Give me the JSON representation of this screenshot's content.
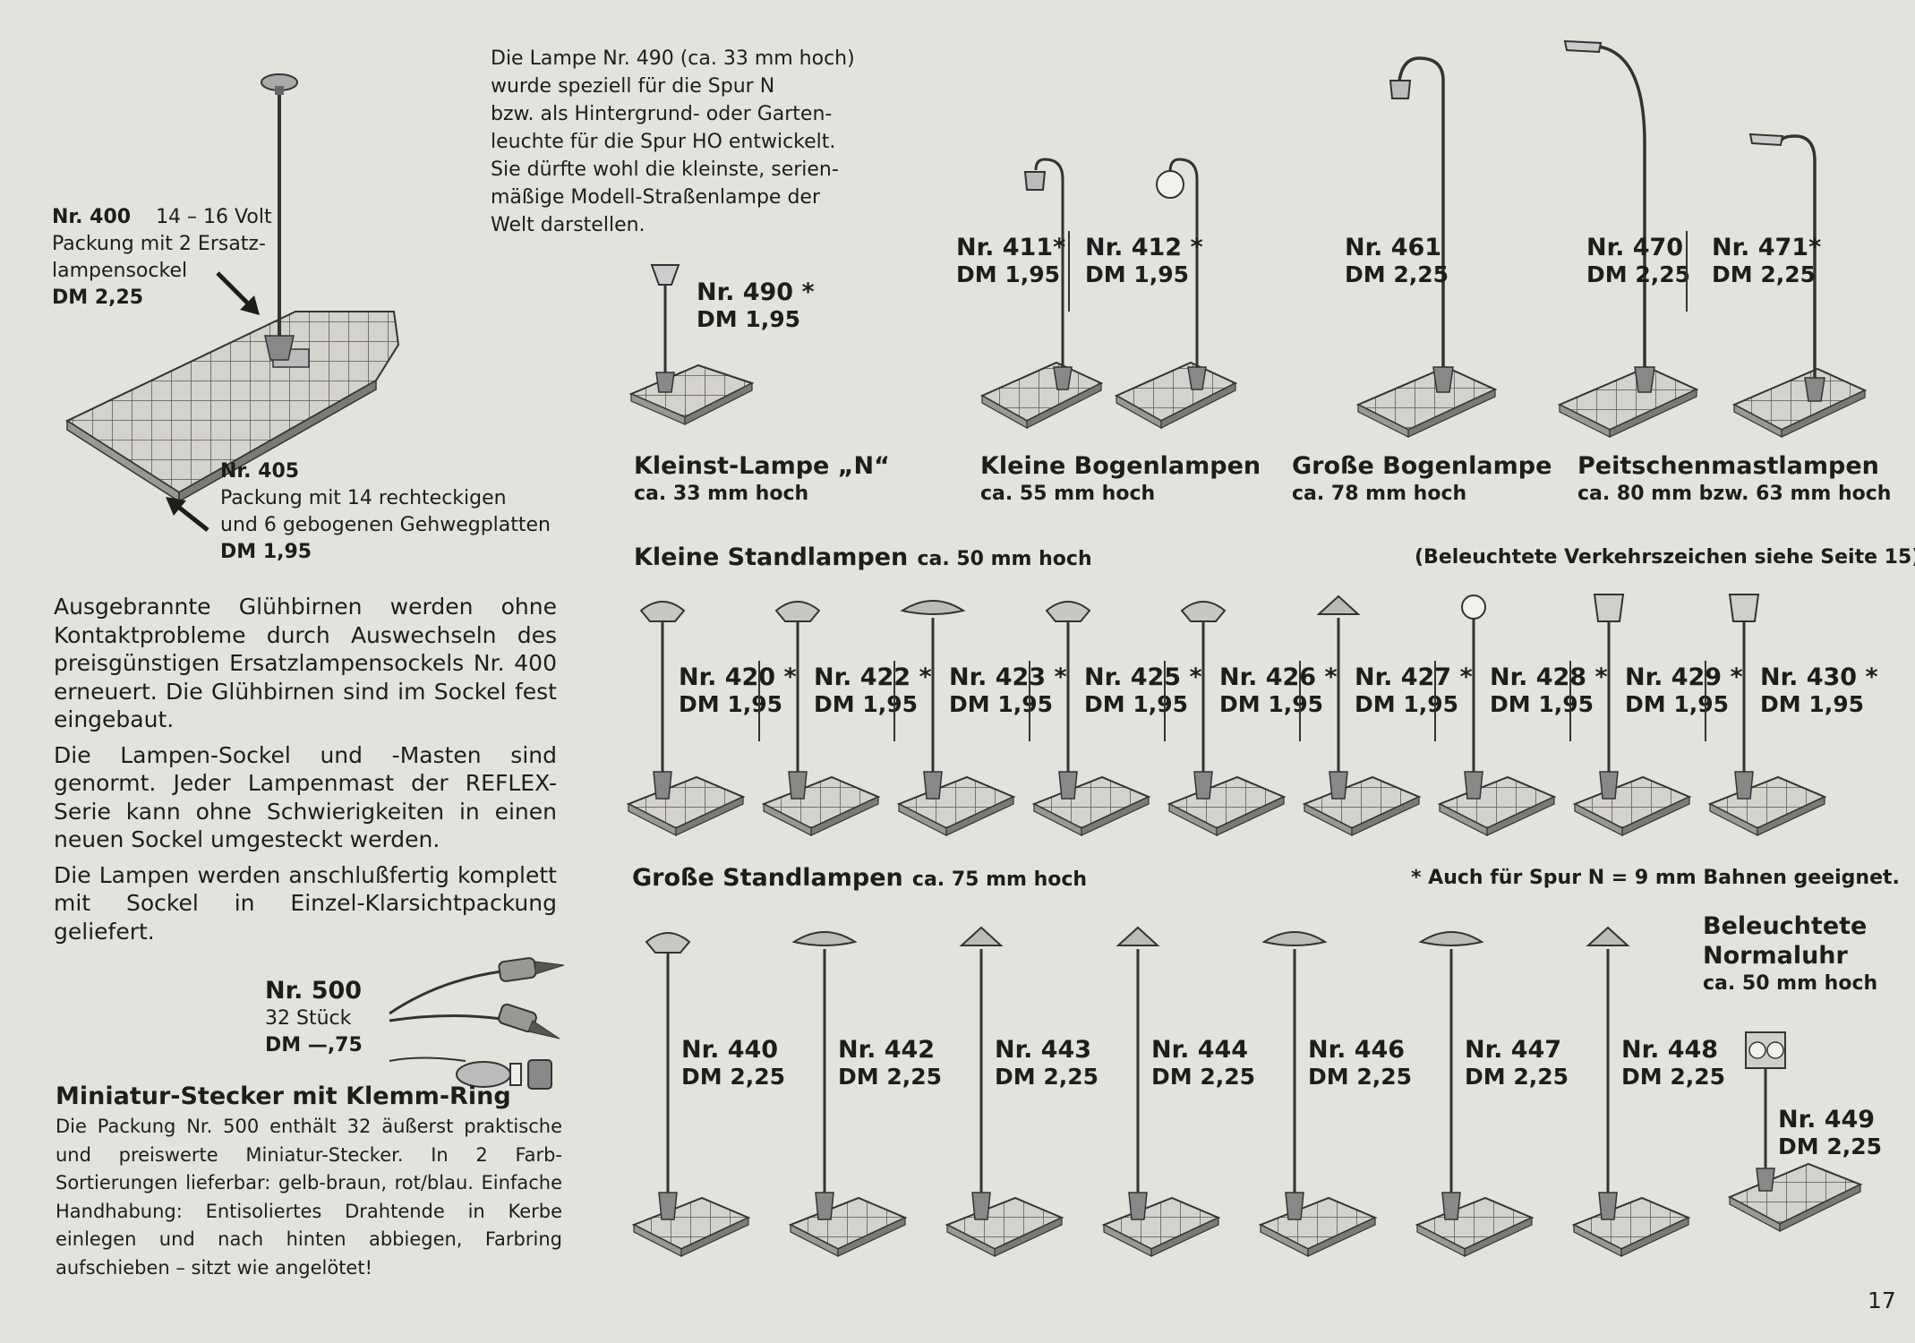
{
  "intro_490": {
    "lines": [
      "Die Lampe Nr. 490 (ca. 33 mm hoch)",
      "wurde speziell für die Spur N",
      "bzw. als Hintergrund- oder Garten-",
      "leuchte für die Spur HO entwickelt.",
      "Sie dürfte wohl die kleinste, serien-",
      "mäßige Modell-Straßenlampe der",
      "Welt darstellen."
    ]
  },
  "item_400": {
    "nr": "Nr. 400",
    "volt": "14 – 16 Volt",
    "desc1": "Packung mit 2 Ersatz-",
    "desc2": "lampensockel",
    "price": "DM 2,25"
  },
  "item_405": {
    "nr": "Nr. 405",
    "desc1": "Packung mit 14 rechteckigen",
    "desc2": "und 6 gebogenen Gehwegplatten",
    "price": "DM 1,95"
  },
  "top_items": [
    {
      "nr": "Nr. 490 *",
      "price": "DM 1,95"
    },
    {
      "nr": "Nr. 411*",
      "price": "DM 1,95"
    },
    {
      "nr": "Nr. 412 *",
      "price": "DM 1,95"
    },
    {
      "nr": "Nr. 461",
      "price": "DM 2,25"
    },
    {
      "nr": "Nr. 470",
      "price": "DM 2,25"
    },
    {
      "nr": "Nr. 471*",
      "price": "DM 2,25"
    }
  ],
  "top_captions": [
    {
      "title": "Kleinst-Lampe „N“",
      "sub": "ca. 33 mm hoch"
    },
    {
      "title": "Kleine Bogenlampen",
      "sub": "ca. 55 mm hoch"
    },
    {
      "title": "Große Bogenlampe",
      "sub": "ca. 78 mm hoch"
    },
    {
      "title": "Peitschenmastlampen",
      "sub": "ca. 80 mm bzw. 63 mm hoch"
    }
  ],
  "kleine": {
    "title": "Kleine Standlampen",
    "height": "ca. 50 mm hoch",
    "note": "(Beleuchtete Verkehrszeichen siehe Seite 15)",
    "items": [
      {
        "nr": "Nr. 420 *",
        "price": "DM 1,95"
      },
      {
        "nr": "Nr. 422 *",
        "price": "DM 1,95"
      },
      {
        "nr": "Nr. 423 *",
        "price": "DM 1,95"
      },
      {
        "nr": "Nr. 425 *",
        "price": "DM 1,95"
      },
      {
        "nr": "Nr. 426 *",
        "price": "DM 1,95"
      },
      {
        "nr": "Nr. 427 *",
        "price": "DM 1,95"
      },
      {
        "nr": "Nr. 428 *",
        "price": "DM 1,95"
      },
      {
        "nr": "Nr. 429 *",
        "price": "DM 1,95"
      },
      {
        "nr": "Nr. 430 *",
        "price": "DM 1,95"
      }
    ]
  },
  "grosse": {
    "title": "Große Standlampen",
    "height": "ca. 75 mm hoch",
    "note": "* Auch für Spur N = 9 mm Bahnen geeignet.",
    "items": [
      {
        "nr": "Nr. 440",
        "price": "DM 2,25"
      },
      {
        "nr": "Nr. 442",
        "price": "DM 2,25"
      },
      {
        "nr": "Nr. 443",
        "price": "DM 2,25"
      },
      {
        "nr": "Nr. 444",
        "price": "DM 2,25"
      },
      {
        "nr": "Nr. 446",
        "price": "DM 2,25"
      },
      {
        "nr": "Nr. 447",
        "price": "DM 2,25"
      },
      {
        "nr": "Nr. 448",
        "price": "DM 2,25"
      }
    ]
  },
  "uhr": {
    "title1": "Beleuchtete",
    "title2": "Normaluhr",
    "sub": "ca. 50 mm hoch",
    "nr": "Nr. 449",
    "price": "DM 2,25"
  },
  "paragraphs": [
    "Ausgebrannte Glühbirnen werden ohne Kontaktprobleme durch Auswechseln des preisgünstigen Ersatzlampensockels Nr. 400 erneuert. Die Glühbirnen sind im Sockel fest eingebaut.",
    "Die Lampen-Sockel und -Masten sind genormt. Jeder Lampenmast der REFLEX-Serie kann ohne Schwierigkeiten in einen neuen Sockel umgesteckt werden.",
    "Die Lampen werden anschlußfertig komplett mit Sockel in Einzel-Klarsichtpackung geliefert."
  ],
  "item_500": {
    "nr": "Nr. 500",
    "qty": "32 Stück",
    "price": "DM —,75"
  },
  "stecker": {
    "title": "Miniatur-Stecker mit Klemm-Ring",
    "text": "Die Packung Nr. 500 enthält 32 äußerst praktische und preiswerte Miniatur-Stecker. In 2 Farb-Sortierungen lieferbar: gelb-braun, rot/blau. Einfache Handhabung: Entisoliertes Drahtende in Kerbe einlegen und nach hinten abbiegen, Farbring aufschieben – sitzt wie angelötet!"
  },
  "page_number": "17"
}
